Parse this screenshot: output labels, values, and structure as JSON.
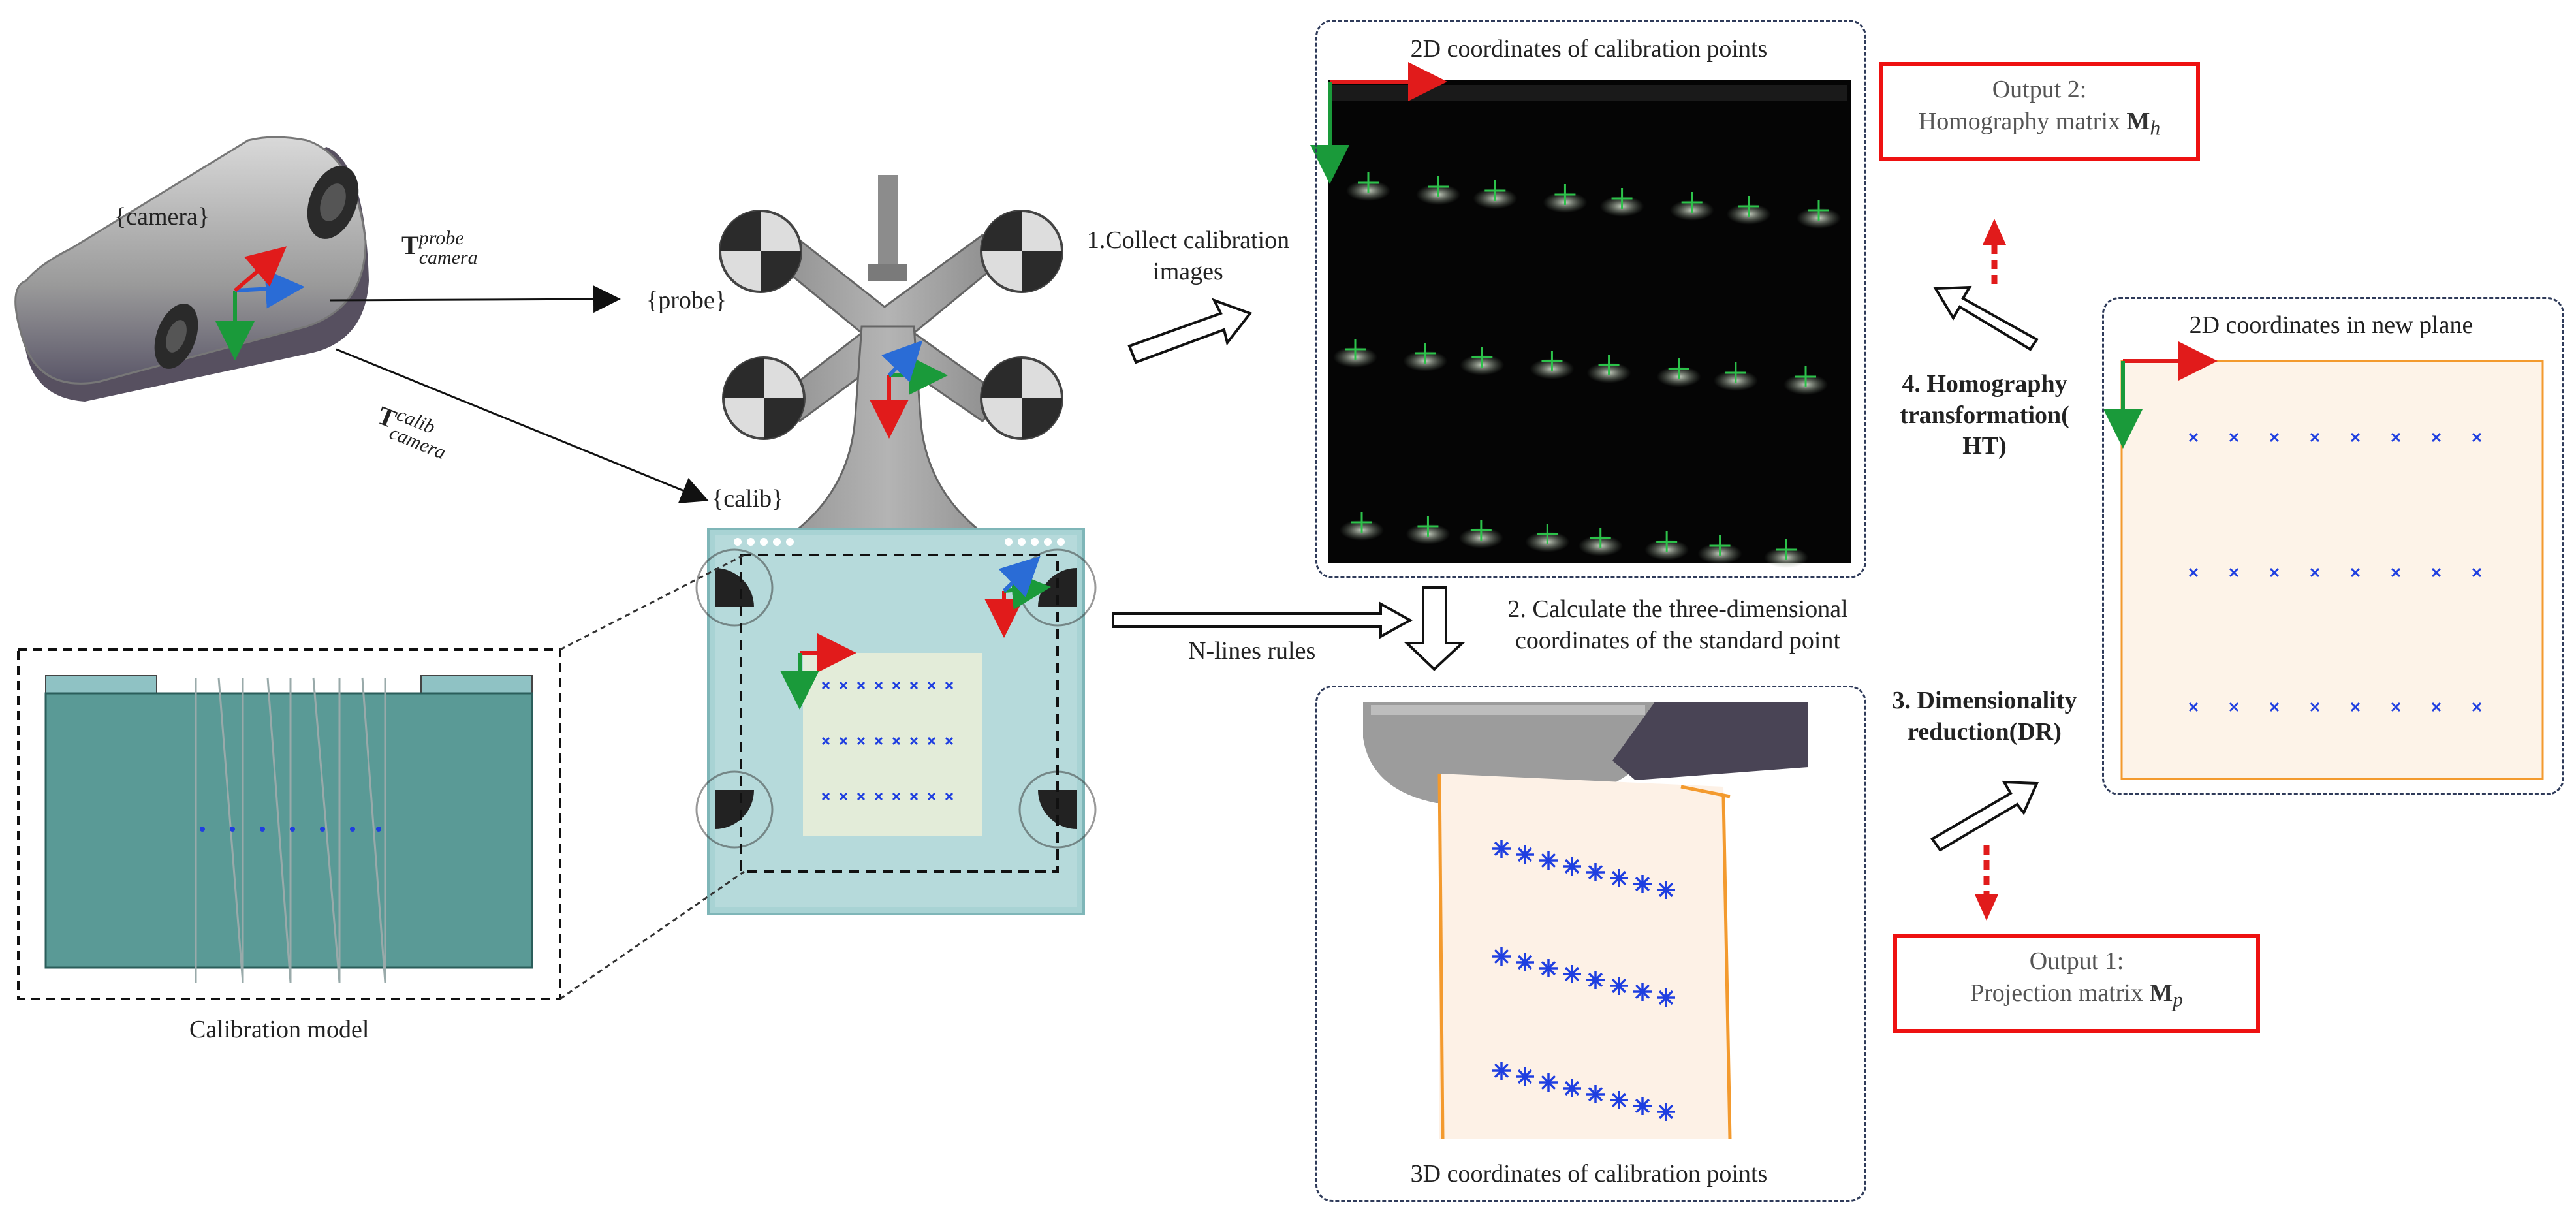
{
  "frames": {
    "camera": "{camera}",
    "probe": "{probe}",
    "calib": "{calib}"
  },
  "transforms": {
    "probe_camera": {
      "base": "T",
      "sup": "probe",
      "sub": "camera"
    },
    "calib_camera": {
      "base": "T",
      "sup": "calib",
      "sub": "camera"
    }
  },
  "calibration_model_caption": "Calibration model",
  "steps": {
    "step1_line1": "1.Collect calibration",
    "step1_line2": "images",
    "nlines": "N-lines rules",
    "step2_line1": "2. Calculate the three-dimensional",
    "step2_line2": "coordinates of the standard point",
    "step3_line1": "3. Dimensionality",
    "step3_line2": "reduction(DR)",
    "step4_line1": "4. Homography",
    "step4_line2": "transformation(",
    "step4_line3": "HT)"
  },
  "panels": {
    "us2d_title": "2D coordinates of calibration points",
    "pts3d_title": "3D coordinates of calibration points",
    "newplane_title": "2D coordinates in new plane"
  },
  "outputs": {
    "output1_line1": "Output 1:",
    "output1_line2": "Projection matrix",
    "output1_sym": "M",
    "output1_sub": "p",
    "output2_line1": "Output 2:",
    "output2_line2": "Homography matrix",
    "output2_sym": "M",
    "output2_sub": "h"
  },
  "colors": {
    "axis_x": "#e11b1b",
    "axis_y": "#1a9a3a",
    "axis_z": "#2a6cd6",
    "points": "#1f3fe0",
    "output_border": "#ee1111",
    "panel_border": "#2f3b5a",
    "phantom": "#5a9a96"
  }
}
